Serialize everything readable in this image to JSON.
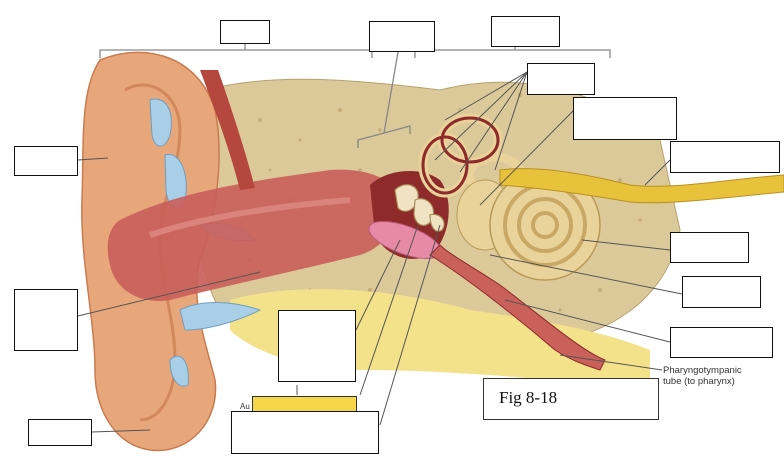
{
  "figure_label": "Fig 8-18",
  "labels": {
    "pharyngotympanic_line1": "Pharyngotympanic",
    "pharyngotympanic_line2": "tube (to pharynx)",
    "partial_left": "Au"
  },
  "colors": {
    "skin": "#e8a77a",
    "skin_dark": "#c97a4f",
    "canal": "#c9605a",
    "bone": "#dcc99a",
    "cartilage": "#a9cfe8",
    "fat": "#f3e28a",
    "nerve": "#e9c23b",
    "cochlea": "#e9d39b",
    "drum": "#e68aa8",
    "highlight_box": "#f7d64a"
  }
}
